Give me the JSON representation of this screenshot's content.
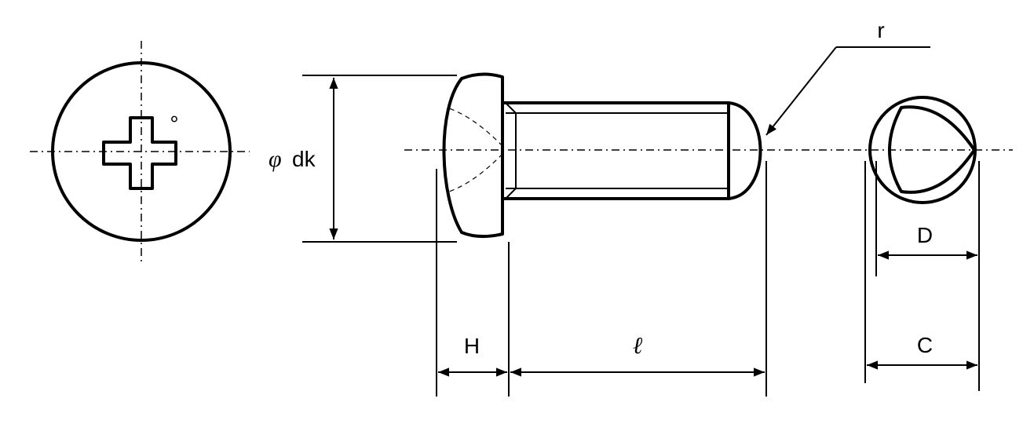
{
  "labels": {
    "phi": "φ",
    "dk": "dk",
    "r": "r",
    "H": "H",
    "l": "ℓ",
    "D": "D",
    "C": "C",
    "degree": "°"
  }
}
